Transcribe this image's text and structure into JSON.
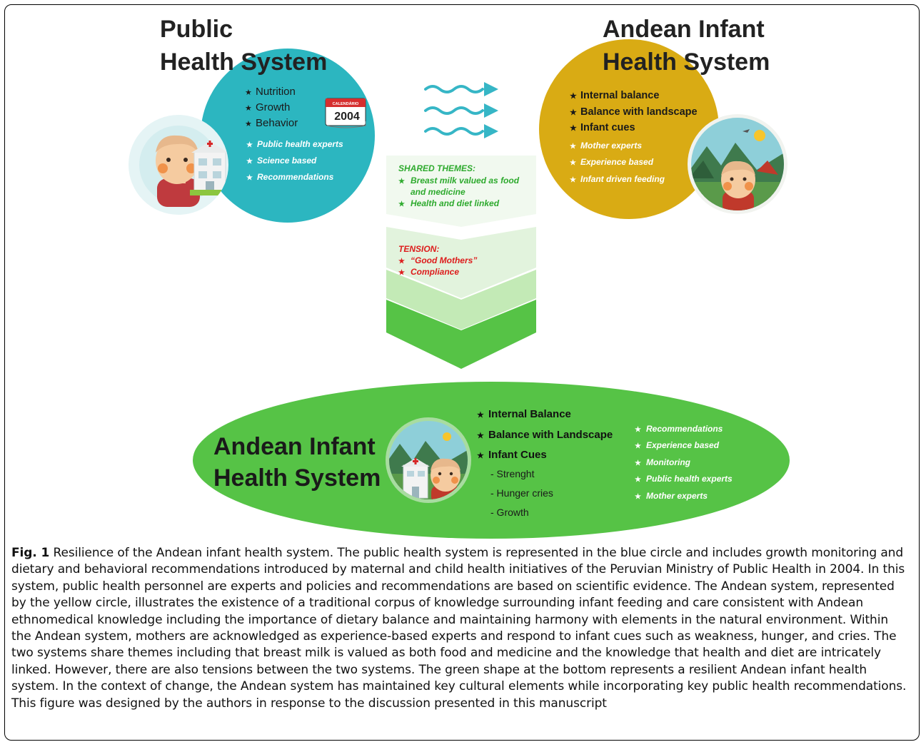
{
  "public_system": {
    "title_line1": "Public",
    "title_line2": "Health System",
    "items_main": [
      "Nutrition",
      "Growth",
      "Behavior"
    ],
    "items_italic": [
      "Public health experts",
      "Science based",
      "Recommendations"
    ],
    "calendar_label": "CALENDÁRIO",
    "calendar_year": "2004"
  },
  "andean_system": {
    "title_line1": "Andean Infant",
    "title_line2": "Health System",
    "items_main": [
      "Internal balance",
      "Balance with landscape",
      "Infant cues"
    ],
    "items_italic": [
      "Mother experts",
      "Experience based",
      "Infant driven feeding"
    ]
  },
  "shared": {
    "title": "SHARED THEMES:",
    "item1_line1": "Breast milk valued as food",
    "item1_line2": "and medicine",
    "item2": "Health and diet linked"
  },
  "tension": {
    "title": "TENSION:",
    "items": [
      "“Good Mothers”",
      "Compliance"
    ]
  },
  "resilient_system": {
    "title_line1": "Andean Infant",
    "title_line2": "Health System",
    "items_main": [
      "Internal Balance",
      "Balance with Landscape",
      "Infant Cues"
    ],
    "sub_items": [
      "- Strenght",
      "- Hunger cries",
      "- Growth"
    ],
    "items_italic": [
      "Recommendations",
      "Experience based",
      "Monitoring",
      "Public health experts",
      "Mother experts"
    ]
  },
  "caption": {
    "label": "Fig. 1",
    "text": "Resilience of the Andean infant health system. The public health system is represented in the blue circle and includes growth monitoring and dietary and behavioral recommendations introduced by maternal and child health initiatives of the Peruvian Ministry of Public Health in 2004. In this system, public health personnel are experts and policies and recommendations are based on scientific evidence. The Andean system, represented by the yellow circle, illustrates the existence of a traditional corpus of knowledge surrounding infant feeding and care consistent with Andean ethnomedical knowledge including the importance of dietary balance and maintaining harmony with elements in the natural environment. Within the Andean system, mothers are acknowledged as experience-based experts and respond to infant cues such as weakness, hunger, and cries. The two systems share themes including that breast milk is valued as both food and medicine and the knowledge that health and diet are intricately linked. However, there are also tensions between the two systems. The green shape at the bottom represents a resilient Andean infant health system. In the context of change, the Andean system has maintained key cultural elements while incorporating key public health recommendations. This figure was designed by the authors in response to the discussion presented in this manuscript"
  },
  "colors": {
    "public_circle": "#2cb6c0",
    "andean_circle": "#d9ab14",
    "resilient_ellipse": "#56c346",
    "wave": "#36b6c6",
    "shared_text": "#2eaa2e",
    "tension_text": "#dd1c1c"
  }
}
